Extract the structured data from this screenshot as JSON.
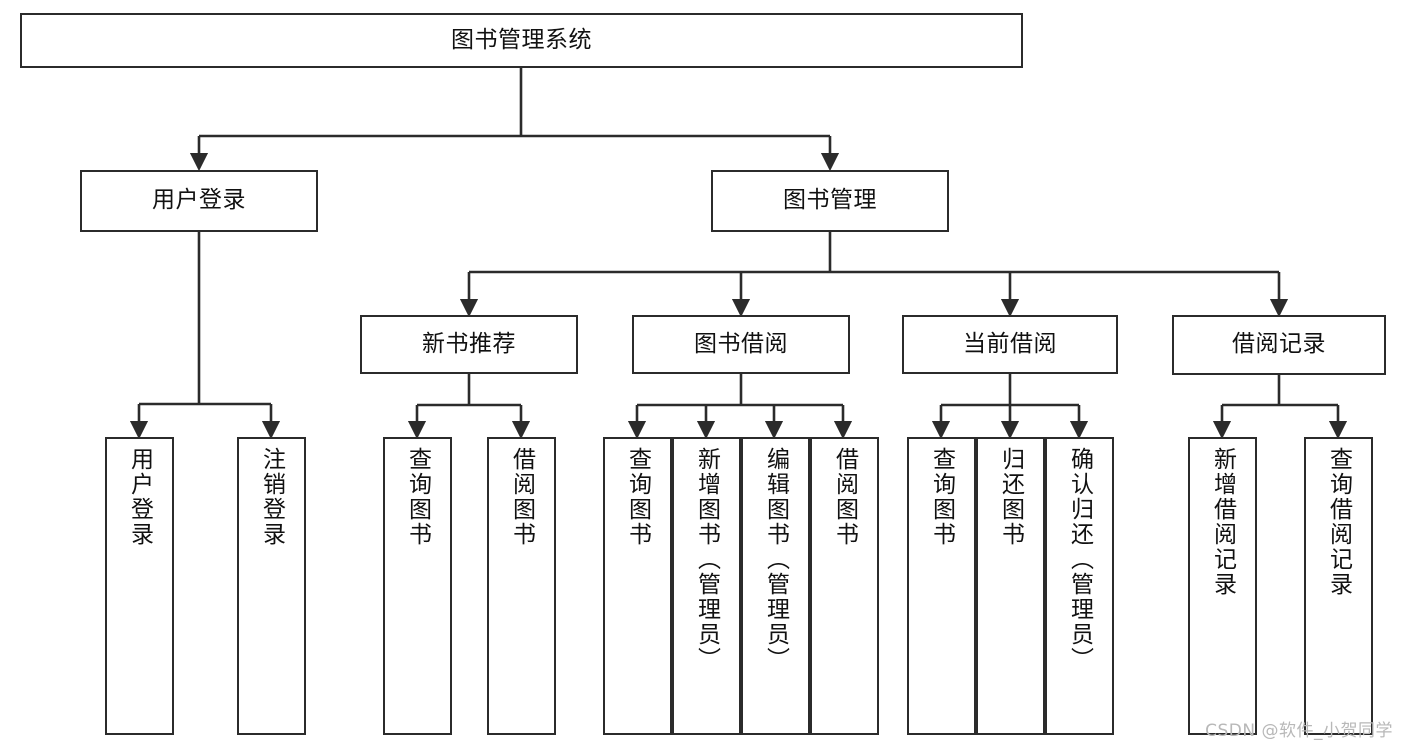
{
  "diagram": {
    "type": "tree-hierarchy-chart",
    "title": "图书管理系统",
    "line_color": "#2b2b2b",
    "box_fill": "#ffffff",
    "text_color": "#111111"
  },
  "nodes": {
    "root": {
      "label": "图书管理系统"
    },
    "level2": [
      {
        "label": "用户登录"
      },
      {
        "label": "图书管理"
      }
    ],
    "level3": [
      {
        "label": "新书推荐"
      },
      {
        "label": "图书借阅"
      },
      {
        "label": "当前借阅"
      },
      {
        "label": "借阅记录"
      }
    ],
    "leaves_user_login": [
      {
        "label": "用户登录"
      },
      {
        "label": "注销登录"
      }
    ],
    "leaves_new_books": [
      {
        "label": "查询图书"
      },
      {
        "label": "借阅图书"
      }
    ],
    "leaves_borrow": [
      {
        "label": "查询图书"
      },
      {
        "label": "新增图书（管理员）"
      },
      {
        "label": "编辑图书（管理员）"
      },
      {
        "label": "借阅图书"
      }
    ],
    "leaves_current": [
      {
        "label": "查询图书"
      },
      {
        "label": "归还图书"
      },
      {
        "label": "确认归还（管理员）"
      }
    ],
    "leaves_records": [
      {
        "label": "新增借阅记录"
      },
      {
        "label": "查询借阅记录"
      }
    ]
  },
  "watermark": {
    "text": "CSDN @软件_小贺同学",
    "color": "#b8b8b8"
  }
}
